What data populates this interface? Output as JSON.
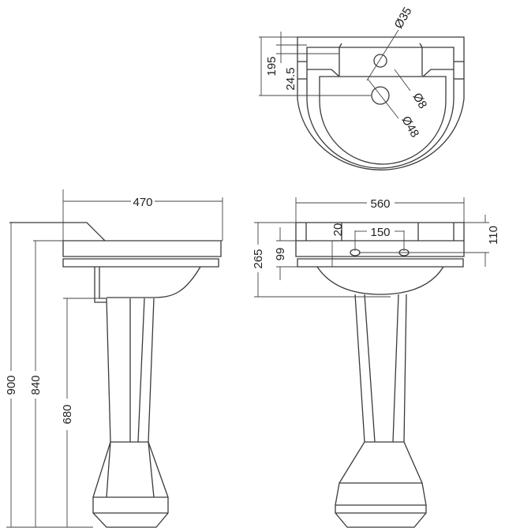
{
  "drawing": {
    "top_view": {
      "dimensions": {
        "depth_to_tap": "195",
        "tap_offset": "24.5",
        "tap_hole": "Ø35",
        "overflow": "Ø8",
        "waste": "Ø48"
      }
    },
    "side_view": {
      "dimensions": {
        "depth": "470",
        "overall_height": "900",
        "rim_height": "840",
        "pedestal_height": "680"
      }
    },
    "front_view": {
      "dimensions": {
        "width": "560",
        "basin_height": "265",
        "overflow_height": "99",
        "overflow_offset": "20",
        "overflow_spacing": "150",
        "rim_depth": "110"
      }
    },
    "line_color": "#3a3a3a"
  }
}
